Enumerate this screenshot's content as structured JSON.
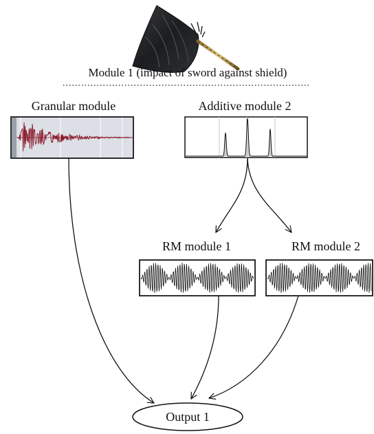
{
  "title": "Module 1 (impact of sword against shield)",
  "illustration_icon": "sword-striking-shield-icon",
  "modules": {
    "granular": "Granular module",
    "additive": "Additive module 2",
    "rm1": "RM module 1",
    "rm2": "RM module 2"
  },
  "output": "Output 1",
  "colors": {
    "granular_waveform": "#8b1f2e",
    "granular_background": "#dcdfe6",
    "line": "#111111"
  }
}
